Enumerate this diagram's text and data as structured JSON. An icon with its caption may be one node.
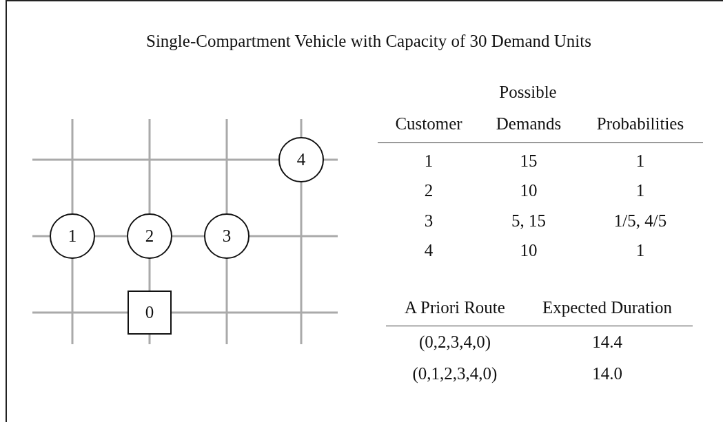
{
  "diagram": {
    "title": "Single-Compartment Vehicle with Capacity of 30 Demand Units",
    "nodes": [
      {
        "text": [
          "4"
        ]
      },
      {
        "text": [
          "1"
        ]
      },
      {
        "text": [
          "2"
        ]
      },
      {
        "text": [
          "3"
        ]
      },
      {
        "text": [
          "0"
        ]
      }
    ],
    "labels": [
      "Possible",
      "Customer",
      "Demands",
      "Probabilities",
      "1",
      "15",
      "1",
      "2",
      "10",
      "1",
      "3",
      "5, 15",
      "1/5, 4/5",
      "4",
      "10",
      "1",
      "A Priori Route",
      "Expected Duration",
      "(0,2,3,4,0)",
      "14.4",
      "(0,1,2,3,4,0)",
      "14.0"
    ]
  }
}
